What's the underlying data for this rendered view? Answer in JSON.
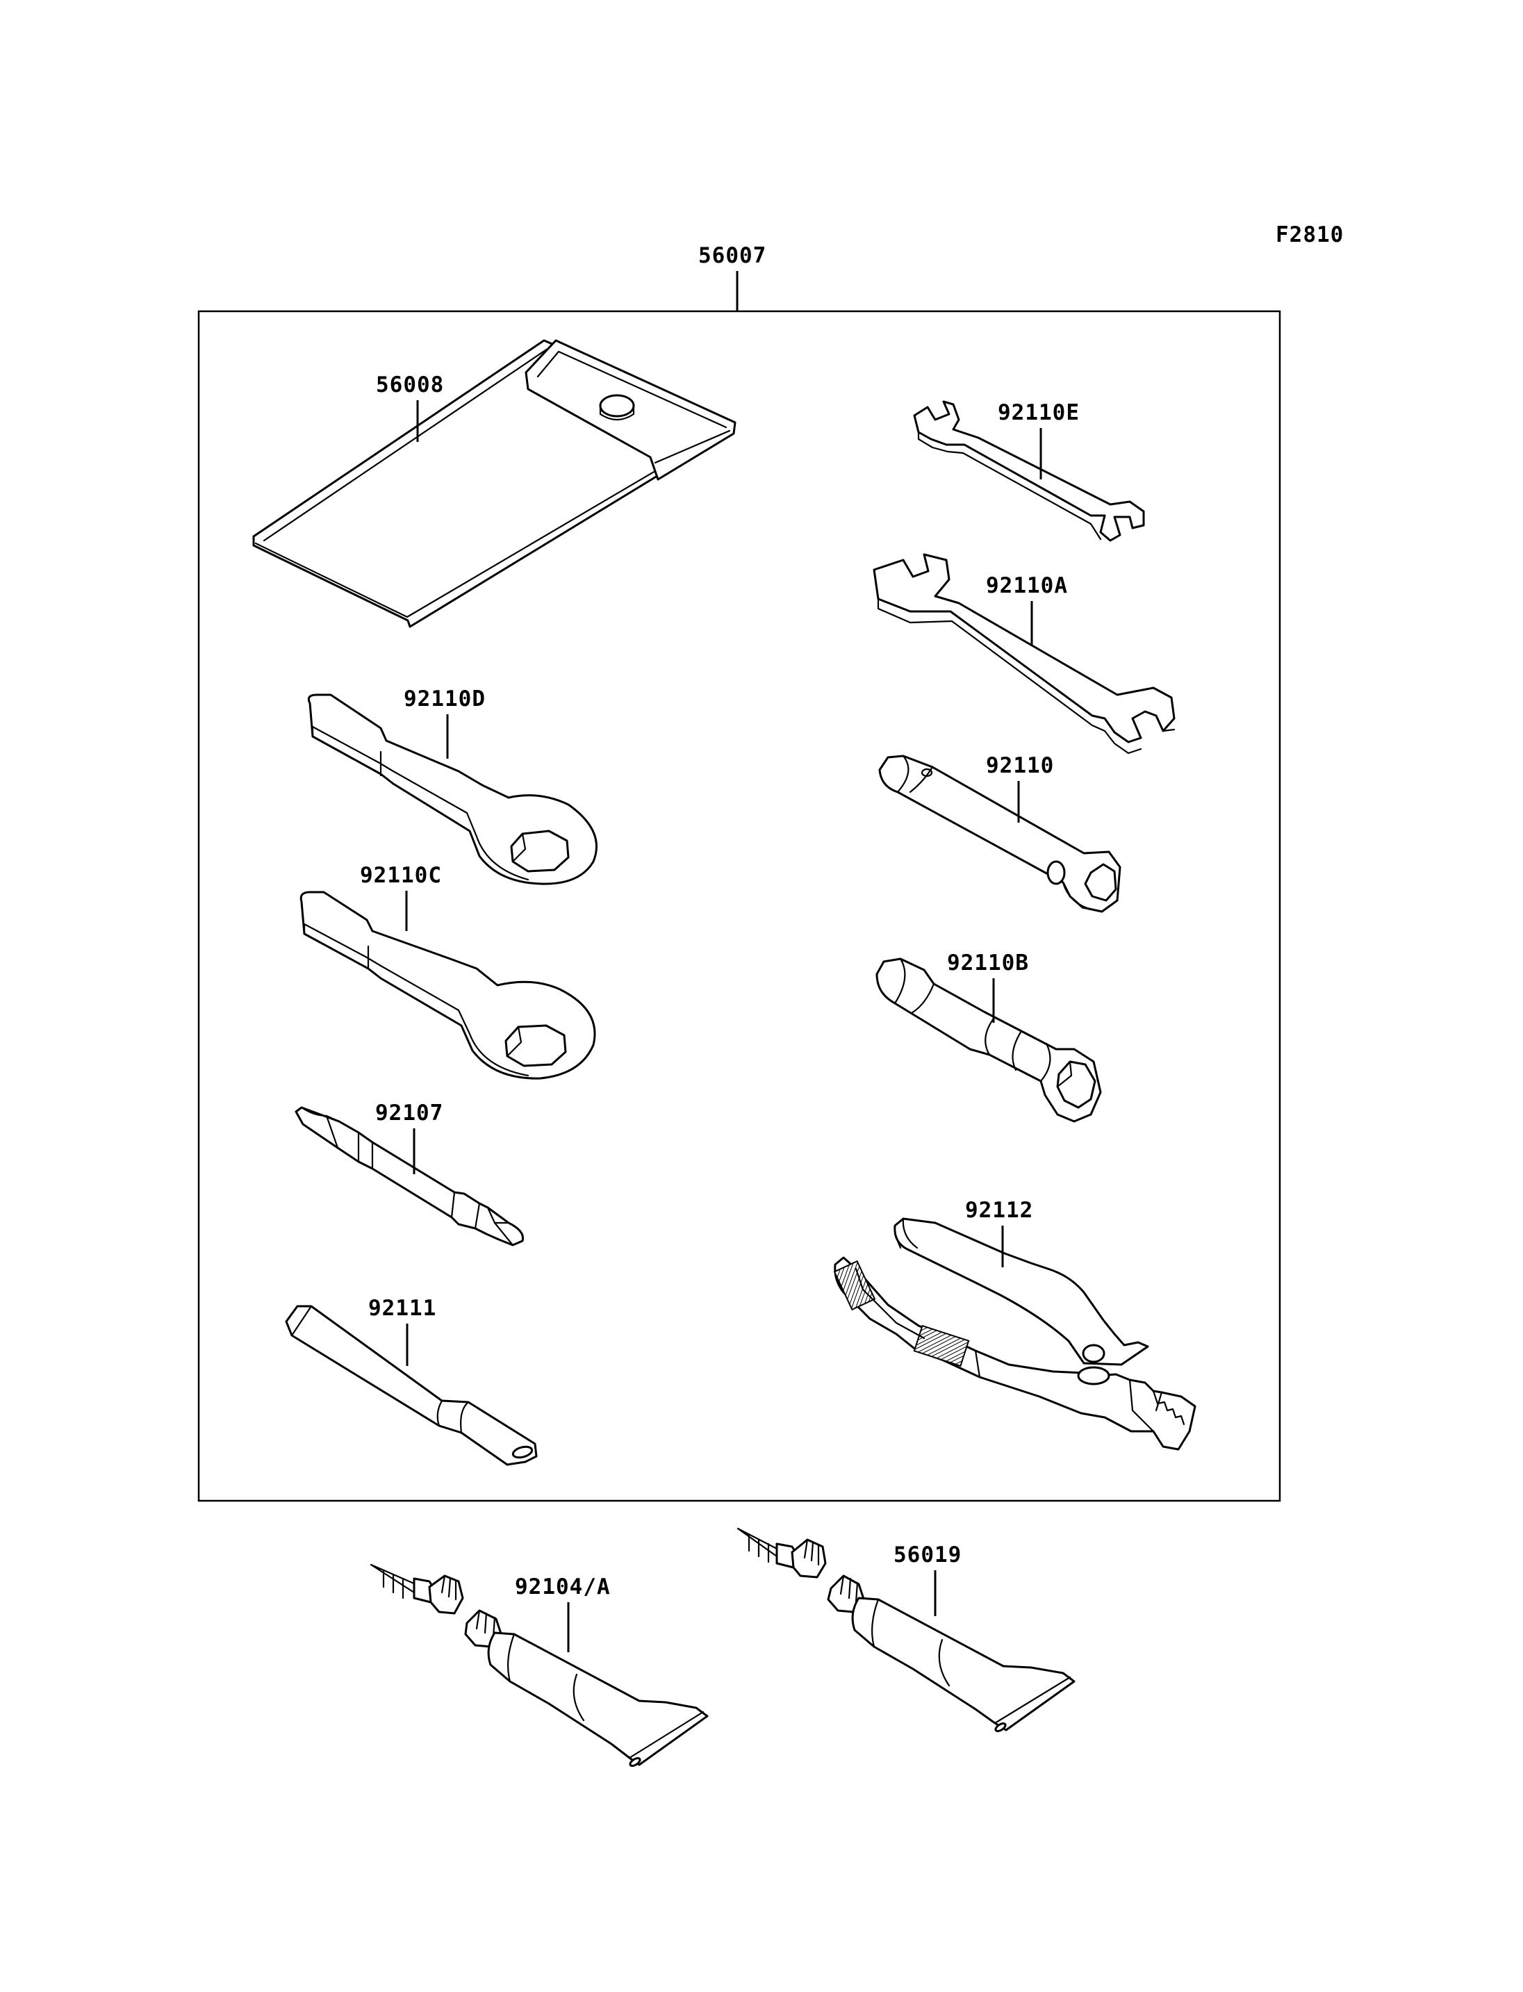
{
  "figure_id": "F2810",
  "assembly": {
    "part_number": "56007"
  },
  "parts": [
    {
      "key": "tool_bag",
      "part_number": "56008"
    },
    {
      "key": "wrench_small",
      "part_number": "92110E"
    },
    {
      "key": "wrench_large",
      "part_number": "92110A"
    },
    {
      "key": "ring_wrench_upper",
      "part_number": "92110D"
    },
    {
      "key": "plug_socket_wrench",
      "part_number": "92110"
    },
    {
      "key": "ring_wrench_lower",
      "part_number": "92110C"
    },
    {
      "key": "box_wrench",
      "part_number": "92110B"
    },
    {
      "key": "screwdriver",
      "part_number": "92107"
    },
    {
      "key": "pliers",
      "part_number": "92112"
    },
    {
      "key": "handle_bar",
      "part_number": "92111"
    },
    {
      "key": "grease_tube_left",
      "part_number": "92104/A"
    },
    {
      "key": "grease_tube_right",
      "part_number": "56019"
    }
  ]
}
